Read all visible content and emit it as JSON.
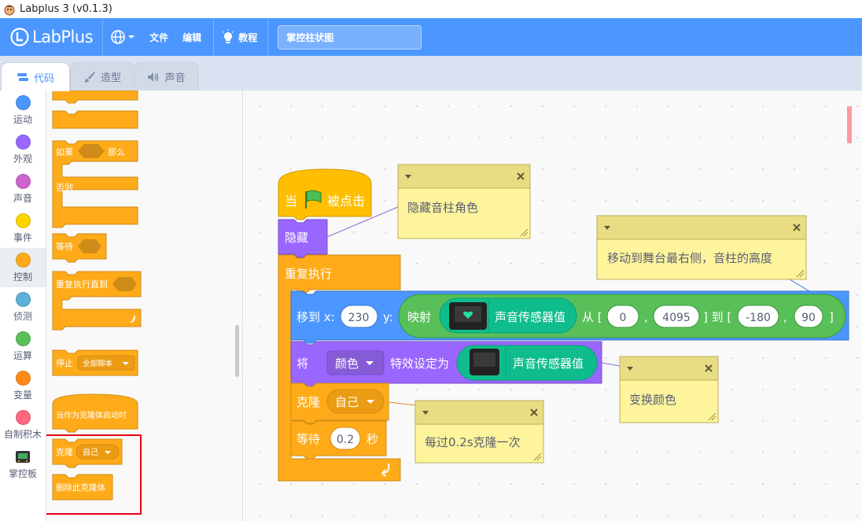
{
  "app": {
    "title": "Labplus 3 (v0.1.3)",
    "logo_text": "LabPlus"
  },
  "menu": {
    "file": "文件",
    "edit": "编辑",
    "tutorial": "教程",
    "project_title": "掌控柱状图"
  },
  "tabs": [
    {
      "label": "代码"
    },
    {
      "label": "造型"
    },
    {
      "label": "声音"
    }
  ],
  "categories": [
    {
      "label": "运动",
      "color": "#4c97ff"
    },
    {
      "label": "外观",
      "color": "#9966ff"
    },
    {
      "label": "声音",
      "color": "#cf63cf"
    },
    {
      "label": "事件",
      "color": "#ffd500"
    },
    {
      "label": "控制",
      "color": "#ffab19"
    },
    {
      "label": "侦测",
      "color": "#5cb1d6"
    },
    {
      "label": "运算",
      "color": "#59c059"
    },
    {
      "label": "变量",
      "color": "#ff8c1a"
    },
    {
      "label": "自制积木",
      "color": "#ff6680"
    },
    {
      "label": "掌控板"
    }
  ],
  "palette": {
    "if": "如果",
    "then": "那么",
    "else": "否则",
    "wait": "等待",
    "repeat_until": "重复执行直到",
    "stop": "停止",
    "stop_option": "全部脚本",
    "when_clone": "当作为克隆体启动时",
    "clone": "克隆",
    "clone_option": "自己",
    "delete_clone": "删除此克隆体"
  },
  "script": {
    "when": "当",
    "clicked": "被点击",
    "hide": "隐藏",
    "forever": "重复执行",
    "goto": "移到 x:",
    "x_val": "230",
    "y_label": "y:",
    "map": "映射",
    "sensor": "声音传感器值",
    "from": "从 [",
    "from_min": "0",
    "comma": ",",
    "from_max": "4095",
    "to": "] 到 [",
    "to_min": "-180",
    "to_max": "90",
    "close": "]",
    "set": "将",
    "effect_option": "颜色",
    "effect_set_to": "特效设定为",
    "clone": "克隆",
    "clone_option": "自己",
    "wait": "等待",
    "wait_val": "0.2",
    "seconds": "秒"
  },
  "comments": {
    "hide": "隐藏音柱角色",
    "move": "移动到舞台最右侧，音柱的高度",
    "color": "变换颜色",
    "clone": "每过0.2s克隆一次"
  },
  "colors": {
    "control": "#ffab19",
    "looks": "#9966ff",
    "motion": "#4c97ff",
    "operator": "#59c059",
    "sensor": "#0fbd8c",
    "comment": "#fef49c",
    "highlight": "#e60012"
  }
}
